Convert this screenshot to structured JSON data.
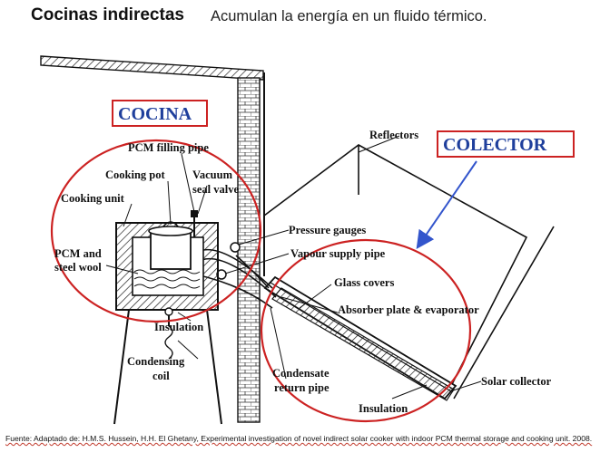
{
  "header": {
    "title": "Cocinas indirectas",
    "subtitle": "Acumulan la energía en un fluido térmico."
  },
  "callouts": {
    "cocina": "COCINA",
    "colector": "COLECTOR"
  },
  "labels": {
    "reflectors": "Reflectors",
    "pcm_filling_pipe": "PCM filling pipe",
    "cooking_pot": "Cooking pot",
    "vacuum": "Vacuum",
    "seal_valve": "seal valve",
    "cooking_unit": "Cooking unit",
    "pressure_gauges": "Pressure gauges",
    "vapour_supply_pipe": "Vapour supply  pipe",
    "pcm_and": "PCM and",
    "steel_wool": "steel wool",
    "glass_covers": "Glass covers",
    "absorber_plate": "Absorber plate & evaporator",
    "insulation_left": "Insulation",
    "condensing": "Condensing",
    "coil": "coil",
    "condensate": "Condensate",
    "return_pipe": "return pipe",
    "solar_collector": "Solar collector",
    "insulation_bottom": "Insulation"
  },
  "footer": {
    "source": "Fuente: Adaptado de: H.M.S. Hussein, H.H. El Ghetany, Experimental investigation of novel indirect solar cooker with indoor PCM thermal storage and cooking unit. 2008."
  },
  "colors": {
    "callout_text": "#1f3f9c",
    "callout_outline": "#cc2222",
    "arrow": "#3355cc"
  }
}
